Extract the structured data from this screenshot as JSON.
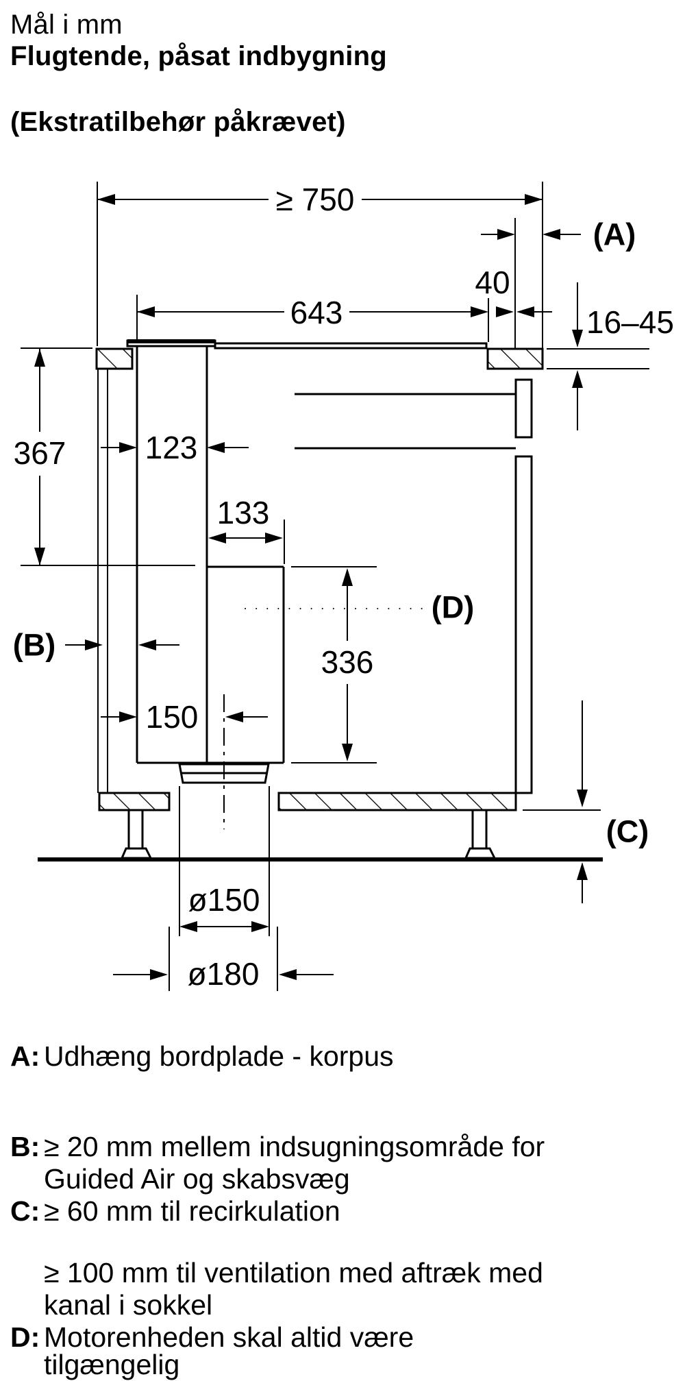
{
  "title": {
    "line1": "Mål i mm",
    "line2": "Flugtende, påsat indbygning",
    "line3": "(Ekstratilbehør påkrævet)"
  },
  "diagram": {
    "dim_total_width": "≥ 750",
    "dim_overhang_gap": "40",
    "dim_inner_width": "643",
    "dim_worktop_thickness": "16–45",
    "dim_height_duct": "367",
    "dim_duct_width": "123",
    "dim_motor_width": "133",
    "dim_motor_height": "336",
    "dim_center_offset": "150",
    "dim_outlet_dia": "ø150",
    "dim_hole_dia": "ø180",
    "label_a": "(A)",
    "label_b": "(B)",
    "label_c": "(C)",
    "label_d": "(D)"
  },
  "legend": {
    "a_key": "A:",
    "a_text": "Udhæng bordplade - korpus",
    "b_key": "B:",
    "b_text_line1": "≥ 20 mm mellem indsugningsområde for",
    "b_text_line2": "Guided Air og skabsvæg",
    "c_key": "C:",
    "c_text_line1": "≥ 60 mm til recirkulation",
    "c_text_line2": "≥ 100 mm til ventilation med aftræk med",
    "c_text_line3": "kanal i sokkel",
    "d_key": "D:",
    "d_text_line1": "Motorenheden skal altid være",
    "d_text_line2": "tilgængelig"
  },
  "colors": {
    "ink": "#000000",
    "background": "#ffffff"
  }
}
